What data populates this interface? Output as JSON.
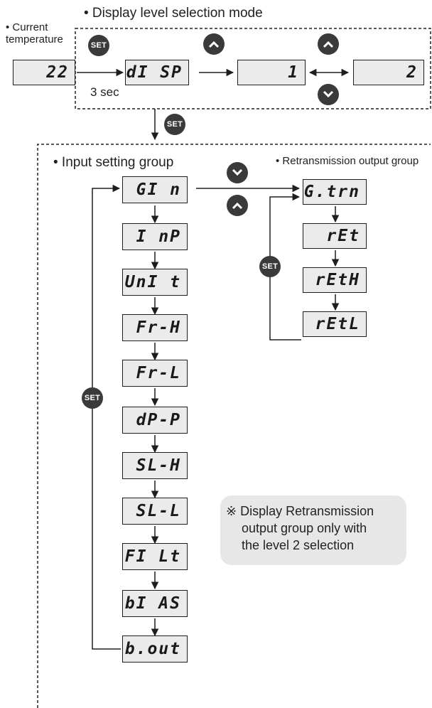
{
  "labels": {
    "current_temperature": [
      "• Current",
      "temperature"
    ],
    "display_level_mode": "• Display level selection mode",
    "three_sec": "3 sec",
    "input_setting_group": "• Input setting group",
    "retransmission_group": "• Retransmission output group"
  },
  "displays": {
    "current": "22",
    "disp": "dI SP",
    "level1": "1",
    "level2": "2",
    "input_group": [
      "GI n",
      "I nP",
      "UnI t",
      "Fr-H",
      "Fr-L",
      "dP-P",
      "SL-H",
      "SL-L",
      "FI Lt",
      "bI AS",
      "b.out"
    ],
    "retrans_group": [
      "G.trn",
      "rEt",
      "rEtH",
      "rEtL"
    ]
  },
  "buttons": {
    "set": "SET",
    "up": "up-chevron-icon",
    "down": "down-chevron-icon"
  },
  "note": [
    "※ Display Retransmission",
    "output group only with",
    "the level 2 selection"
  ],
  "colors": {
    "display_fill": "#ebebeb",
    "button_fill": "#3a3a3a",
    "note_fill": "#e7e7e7",
    "line": "#1e1e1e"
  }
}
